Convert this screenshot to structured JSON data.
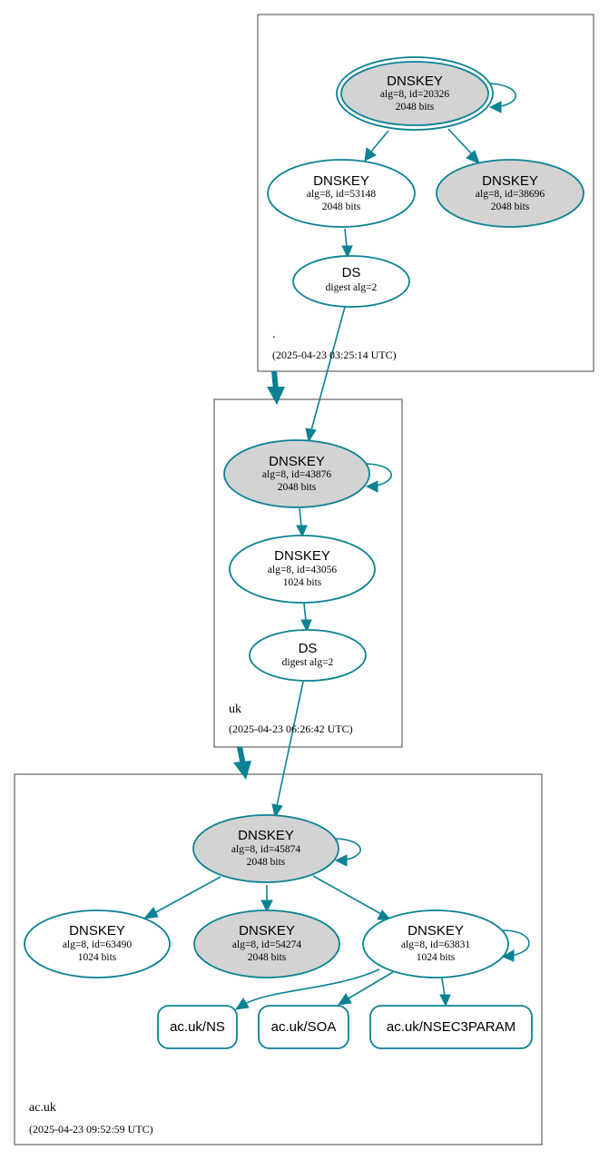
{
  "colors": {
    "edge": "#0a8294",
    "sep_fill": "#d3d3d3",
    "plain_fill": "#ffffff",
    "zone_border": "#444444"
  },
  "zones": [
    {
      "name": ".",
      "time": "(2025-04-23 03:25:14 UTC)",
      "nodes": [
        {
          "type": "DNSKEY",
          "details": "alg=8, id=20326",
          "size": "2048 bits",
          "sep": true,
          "trust_anchor": true
        },
        {
          "type": "DNSKEY",
          "details": "alg=8, id=53148",
          "size": "2048 bits",
          "sep": false
        },
        {
          "type": "DNSKEY",
          "details": "alg=8, id=38696",
          "size": "2048 bits",
          "sep": true
        },
        {
          "type": "DS",
          "details": "digest alg=2"
        }
      ]
    },
    {
      "name": "uk",
      "time": "(2025-04-23 06:26:42 UTC)",
      "nodes": [
        {
          "type": "DNSKEY",
          "details": "alg=8, id=43876",
          "size": "2048 bits",
          "sep": true
        },
        {
          "type": "DNSKEY",
          "details": "alg=8, id=43056",
          "size": "1024 bits",
          "sep": false
        },
        {
          "type": "DS",
          "details": "digest alg=2"
        }
      ]
    },
    {
      "name": "ac.uk",
      "time": "(2025-04-23 09:52:59 UTC)",
      "nodes": [
        {
          "type": "DNSKEY",
          "details": "alg=8, id=45874",
          "size": "2048 bits",
          "sep": true
        },
        {
          "type": "DNSKEY",
          "details": "alg=8, id=63490",
          "size": "1024 bits",
          "sep": false
        },
        {
          "type": "DNSKEY",
          "details": "alg=8, id=54274",
          "size": "2048 bits",
          "sep": true
        },
        {
          "type": "DNSKEY",
          "details": "alg=8, id=63831",
          "size": "1024 bits",
          "sep": false
        }
      ],
      "records": [
        "ac.uk/NS",
        "ac.uk/SOA",
        "ac.uk/NSEC3PARAM"
      ]
    }
  ]
}
